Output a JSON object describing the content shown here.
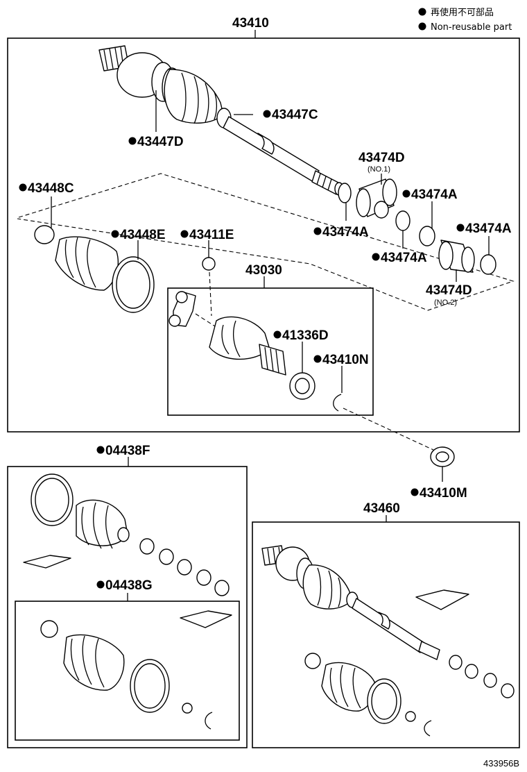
{
  "legend": {
    "jp": "再使用不可部品",
    "en": "Non-reusable part"
  },
  "figure_id": "433956B",
  "labels": {
    "p43410": "43410",
    "p43447C": "43447C",
    "p43447D": "43447D",
    "p43474D_1": "43474D",
    "p43474D_1_sub": "(NO.1)",
    "p43448C": "43448C",
    "p43474A_1": "43474A",
    "p43448E": "43448E",
    "p43411E": "43411E",
    "p43474A_2": "43474A",
    "p43474A_3": "43474A",
    "p43474A_4": "43474A",
    "p43030": "43030",
    "p43474D_2": "43474D",
    "p43474D_2_sub": "(NO.2)",
    "p41336D": "41336D",
    "p43410N": "43410N",
    "p04438F": "04438F",
    "p43410M": "43410M",
    "p43460": "43460",
    "p04438G": "04438G"
  },
  "colors": {
    "ink": "#000000",
    "paper": "#ffffff"
  }
}
